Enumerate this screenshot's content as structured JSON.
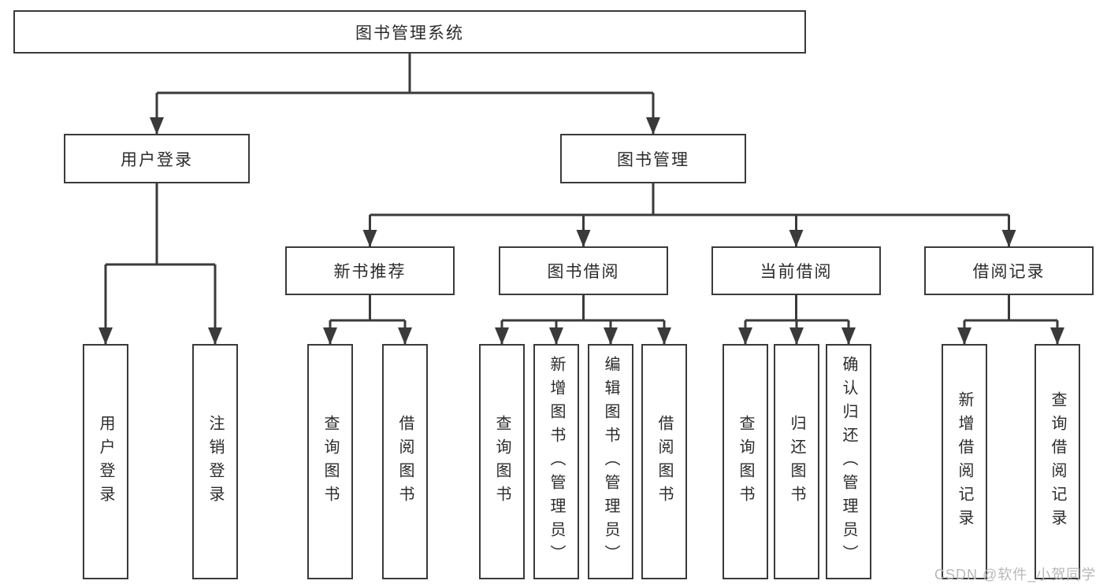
{
  "tree": {
    "root": "图书管理系统",
    "branches": [
      {
        "label": "用户登录",
        "children": [
          "用户登录",
          "注销登录"
        ]
      },
      {
        "label": "图书管理",
        "groups": [
          {
            "label": "新书推荐",
            "children": [
              "查询图书",
              "借阅图书"
            ]
          },
          {
            "label": "图书借阅",
            "children": [
              "查询图书",
              "新增图书（管理员）",
              "编辑图书（管理员）",
              "借阅图书"
            ]
          },
          {
            "label": "当前借阅",
            "children": [
              "查询图书",
              "归还图书",
              "确认归还（管理员）"
            ]
          },
          {
            "label": "借阅记录",
            "children": [
              "新增借阅记录",
              "查询借阅记录"
            ]
          }
        ]
      }
    ]
  },
  "watermark": {
    "text": "CSDN @软件_小贺同学"
  },
  "colors": {
    "line": "#3a3a3a",
    "text": "#2b2b2b",
    "background": "#ffffff",
    "watermark": "#b8b8b8"
  }
}
